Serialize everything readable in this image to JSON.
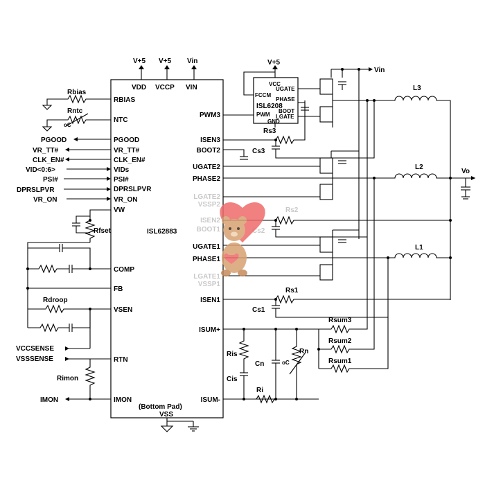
{
  "main_ic": {
    "name": "ISL62883",
    "top_pins": [
      "VDD",
      "VCCP",
      "VIN"
    ],
    "top_supplies": [
      "V+5",
      "V+5",
      "Vin"
    ],
    "left_pins": [
      "RBIAS",
      "NTC",
      "PGOOD",
      "VR_TT#",
      "CLK_EN#",
      "VIDs",
      "PSI#",
      "DPRSLPVR",
      "VR_ON",
      "VW",
      "COMP",
      "FB",
      "VSEN",
      "RTN",
      "IMON"
    ],
    "right_pins": [
      "PWM3",
      "ISEN3",
      "BOOT2",
      "UGATE2",
      "PHASE2",
      "LGATE2",
      "VSSP2",
      "ISEN2",
      "BOOT1",
      "UGATE1",
      "PHASE1",
      "LGATE1",
      "VSSP1",
      "ISEN1",
      "ISUM+",
      "ISUM-"
    ],
    "bottom_note": "(Bottom Pad)",
    "bottom_pin": "VSS"
  },
  "driver_ic": {
    "name": "ISL6208",
    "supply": "V+5",
    "pins": [
      "VCC",
      "UGATE",
      "FCCM",
      "PHASE",
      "BOOT",
      "PWM",
      "LGATE",
      "GND"
    ]
  },
  "external_signals": [
    "PGOOD",
    "VR_TT#",
    "CLK_EN#",
    "VID<0:6>",
    "PSI#",
    "DPRSLPVR",
    "VR_ON",
    "VCCSENSE",
    "VSSSENSE",
    "IMON"
  ],
  "components": {
    "resistors": [
      "Rbias",
      "Rntc",
      "Rfset",
      "Rdroop",
      "Rimon",
      "Rs3",
      "Rs2",
      "Rs1",
      "Rsum3",
      "Rsum2",
      "Rsum1",
      "Ris",
      "Ri",
      "Rn"
    ],
    "capacitors": [
      "Cs3",
      "Cs2",
      "Cs1",
      "Cis",
      "Cn"
    ],
    "inductors": [
      "L3",
      "L2",
      "L1"
    ],
    "temp_symbol": "oC"
  },
  "power": {
    "input": "Vin",
    "output": "Vo"
  }
}
